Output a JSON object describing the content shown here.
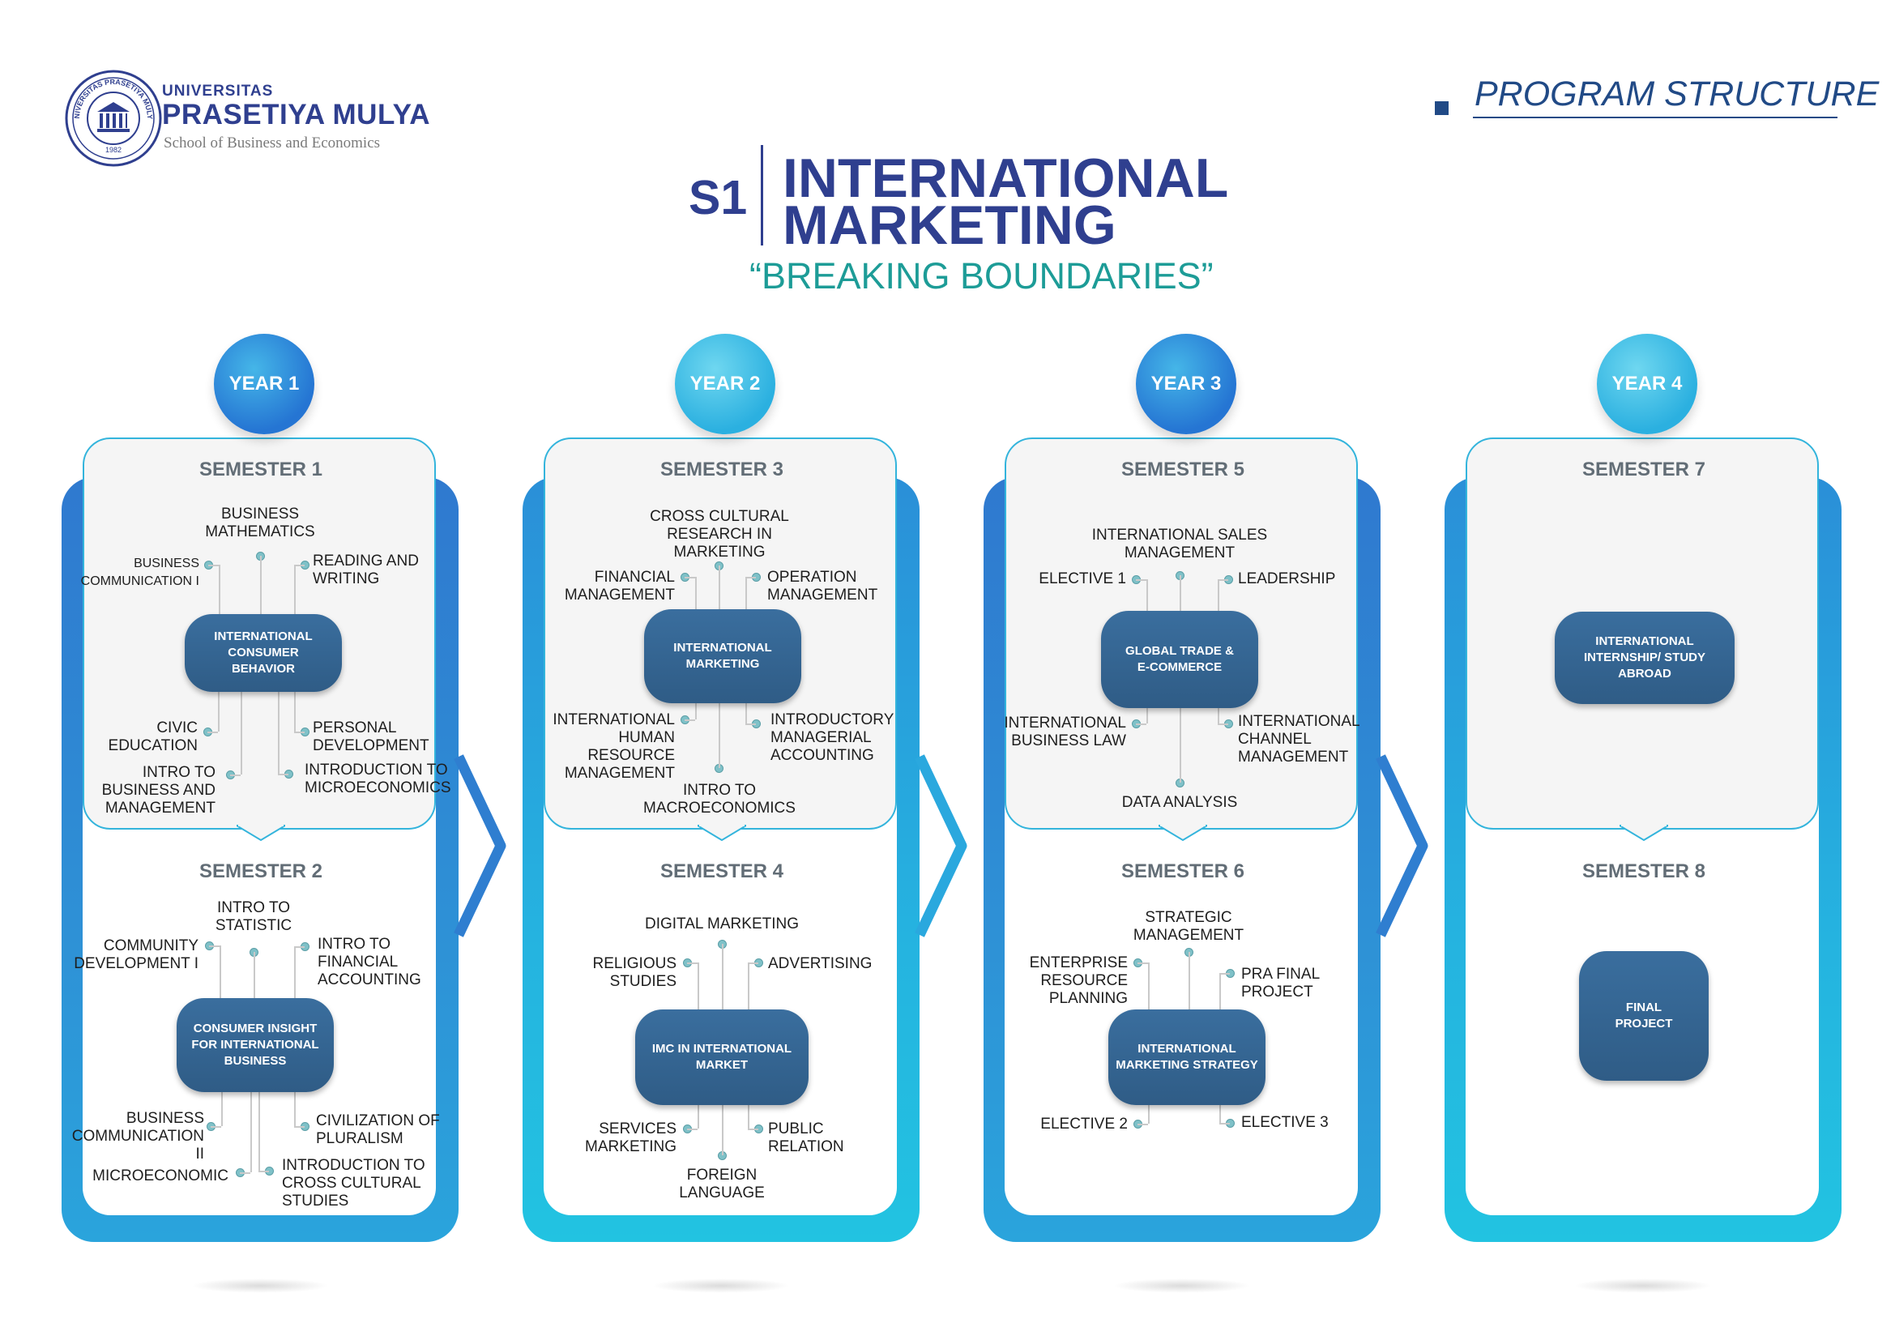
{
  "header": {
    "uni_word": "UNIVERSITAS",
    "uni_name": "PRASETIYA MULYA",
    "uni_school": "School of Business and Economics",
    "seal_text": "UNIVERSITAS PRASETIYA MULYA",
    "seal_year": "1982",
    "section_label": "PROGRAM STRUCTURE",
    "degree": "S1",
    "title_line1": "INTERNATIONAL",
    "title_line2": "MARKETING",
    "tagline": "“BREAKING BOUNDARIES”"
  },
  "colors": {
    "navy": "#2f3f8f",
    "teal": "#1d9c97",
    "node": "#2f5c86",
    "frame_dark": "#2f79cf",
    "frame_light": "#25b3e0"
  },
  "years": [
    {
      "label": "YEAR 1",
      "semesters": [
        {
          "label": "SEMESTER 1",
          "core": [
            "INTERNATIONAL",
            "CONSUMER",
            "BEHAVIOR"
          ],
          "courses": [
            [
              "BUSINESS",
              "MATHEMATICS"
            ],
            [
              "BUSINESS",
              "COMMUNICATION I"
            ],
            [
              "READING AND",
              "WRITING"
            ],
            [
              "CIVIC",
              "EDUCATION"
            ],
            [
              "PERSONAL",
              "DEVELOPMENT"
            ],
            [
              "INTRO TO",
              "BUSINESS AND",
              "MANAGEMENT"
            ],
            [
              "INTRODUCTION TO",
              "MICROECONOMICS"
            ]
          ]
        },
        {
          "label": "SEMESTER 2",
          "core": [
            "CONSUMER INSIGHT",
            "FOR INTERNATIONAL",
            "BUSINESS"
          ],
          "courses": [
            [
              "INTRO TO",
              "STATISTIC"
            ],
            [
              "COMMUNITY",
              "DEVELOPMENT I"
            ],
            [
              "INTRO TO",
              "FINANCIAL",
              "ACCOUNTING"
            ],
            [
              "BUSINESS",
              "COMMUNICATION",
              "II"
            ],
            [
              "CIVILIZATION OF",
              "PLURALISM"
            ],
            [
              "MICROECONOMIC"
            ],
            [
              "INTRODUCTION TO",
              "CROSS CULTURAL",
              "STUDIES"
            ]
          ]
        }
      ]
    },
    {
      "label": "YEAR 2",
      "semesters": [
        {
          "label": "SEMESTER 3",
          "core": [
            "INTERNATIONAL",
            "MARKETING"
          ],
          "courses": [
            [
              "CROSS CULTURAL",
              "RESEARCH IN",
              "MARKETING"
            ],
            [
              "FINANCIAL",
              "MANAGEMENT"
            ],
            [
              "OPERATION",
              "MANAGEMENT"
            ],
            [
              "INTERNATIONAL",
              "HUMAN",
              "RESOURCE",
              "MANAGEMENT"
            ],
            [
              "INTRODUCTORY",
              "MANAGERIAL",
              "ACCOUNTING"
            ],
            [
              "INTRO TO",
              "MACROECONOMICS"
            ]
          ]
        },
        {
          "label": "SEMESTER 4",
          "core": [
            "IMC IN INTERNATIONAL",
            "MARKET"
          ],
          "courses": [
            [
              "DIGITAL MARKETING"
            ],
            [
              "RELIGIOUS",
              "STUDIES"
            ],
            [
              "ADVERTISING"
            ],
            [
              "SERVICES",
              "MARKETING"
            ],
            [
              "PUBLIC",
              "RELATION"
            ],
            [
              "FOREIGN",
              "LANGUAGE"
            ]
          ]
        }
      ]
    },
    {
      "label": "YEAR 3",
      "semesters": [
        {
          "label": "SEMESTER 5",
          "core": [
            "GLOBAL TRADE &",
            "E-COMMERCE"
          ],
          "courses": [
            [
              "INTERNATIONAL SALES",
              "MANAGEMENT"
            ],
            [
              "ELECTIVE 1"
            ],
            [
              "LEADERSHIP"
            ],
            [
              "INTERNATIONAL",
              "BUSINESS LAW"
            ],
            [
              "INTERNATIONAL",
              "CHANNEL",
              "MANAGEMENT"
            ],
            [
              "DATA ANALYSIS"
            ]
          ]
        },
        {
          "label": "SEMESTER 6",
          "core": [
            "INTERNATIONAL",
            "MARKETING STRATEGY"
          ],
          "courses": [
            [
              "STRATEGIC",
              "MANAGEMENT"
            ],
            [
              "ENTERPRISE",
              "RESOURCE",
              "PLANNING"
            ],
            [
              "PRA FINAL",
              "PROJECT"
            ],
            [
              "ELECTIVE 2"
            ],
            [
              "ELECTIVE 3"
            ]
          ]
        }
      ]
    },
    {
      "label": "YEAR 4",
      "semesters": [
        {
          "label": "SEMESTER 7",
          "core": [
            "INTERNATIONAL",
            "INTERNSHIP/ STUDY",
            "ABROAD"
          ],
          "courses": []
        },
        {
          "label": "SEMESTER 8",
          "core": [
            "FINAL",
            "PROJECT"
          ],
          "courses": []
        }
      ]
    }
  ]
}
